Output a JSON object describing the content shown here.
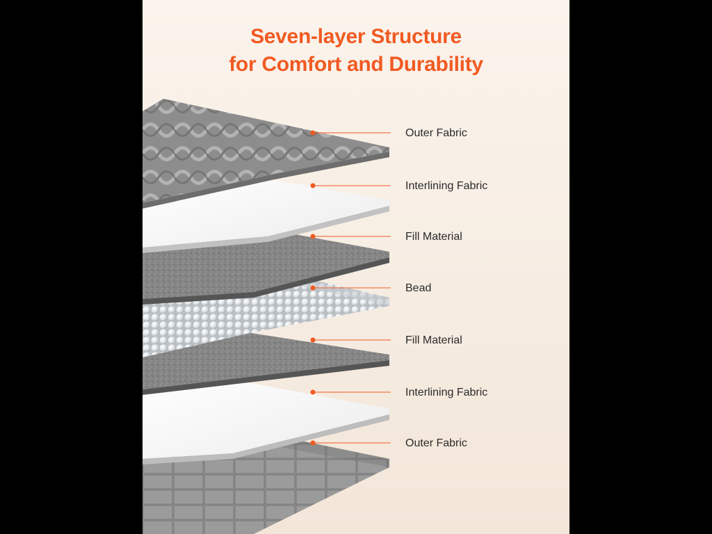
{
  "title": {
    "line1": "Seven-layer Structure",
    "line2": "for Comfort and Durability"
  },
  "accent_color": "#f15a22",
  "layers": [
    {
      "label": "Outer Fabric"
    },
    {
      "label": "Interlining Fabric"
    },
    {
      "label": "Fill Material"
    },
    {
      "label": "Bead"
    },
    {
      "label": "Fill Material"
    },
    {
      "label": "Interlining Fabric"
    },
    {
      "label": "Outer Fabric"
    }
  ]
}
